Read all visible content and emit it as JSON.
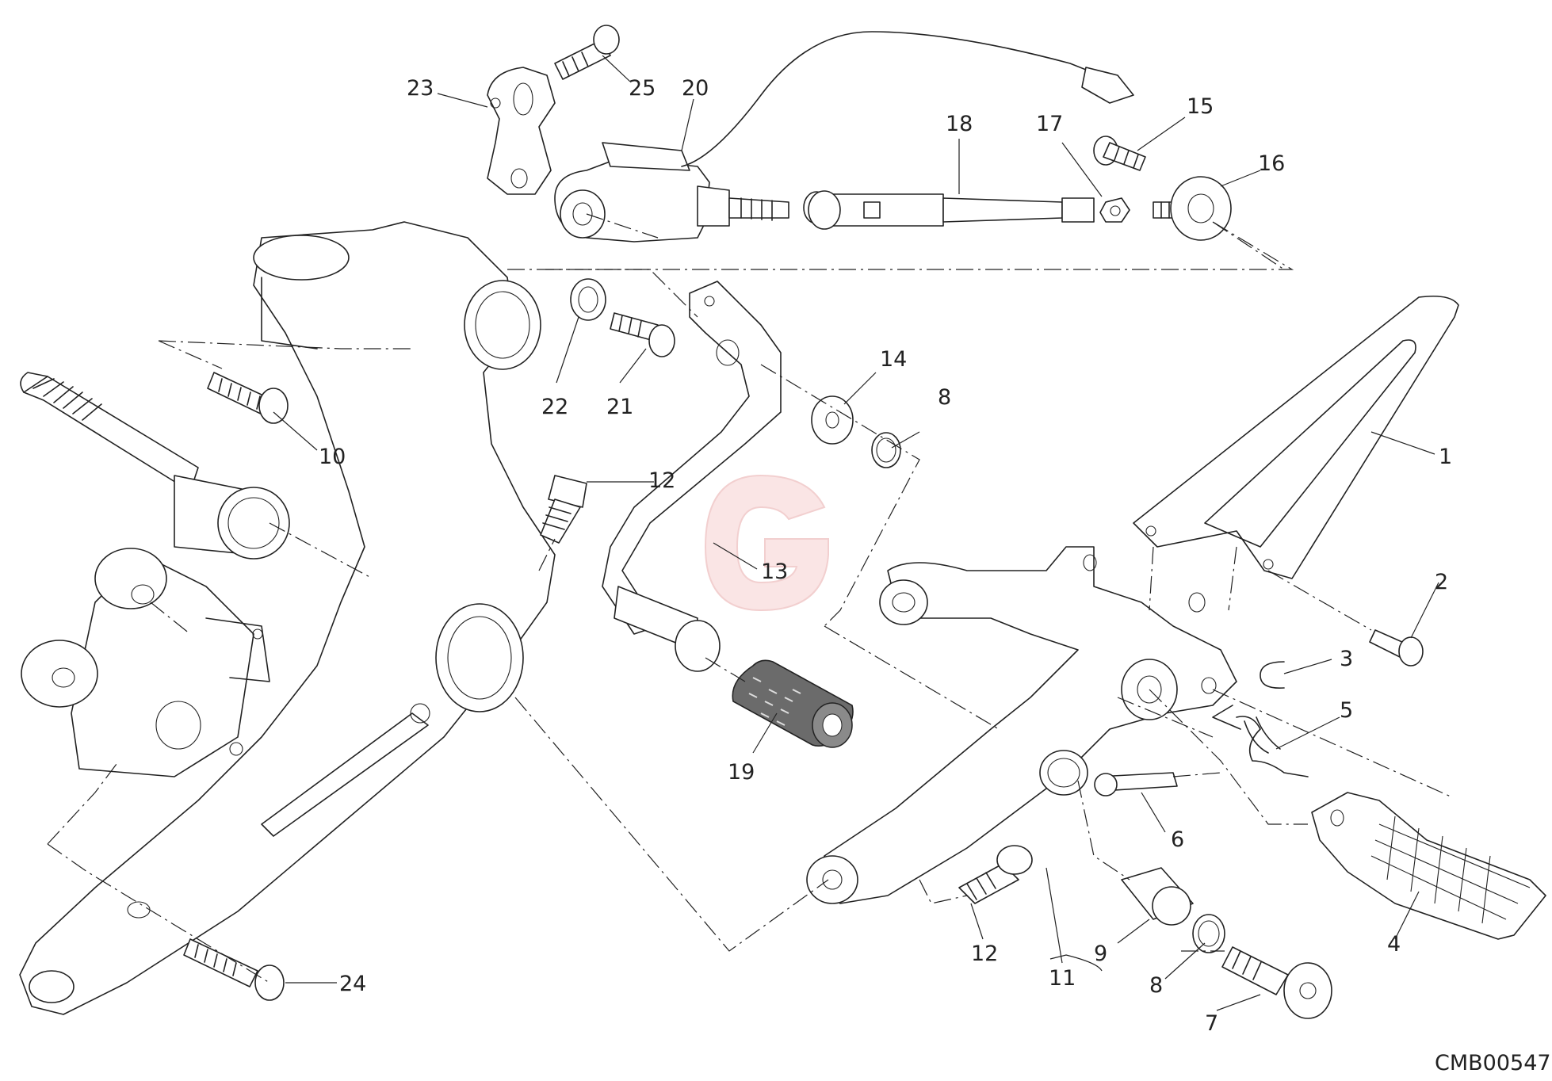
{
  "diagram": {
    "drawing_code": "CMB00547",
    "watermark_letter": "G",
    "callouts": [
      {
        "id": "1"
      },
      {
        "id": "2"
      },
      {
        "id": "3"
      },
      {
        "id": "4"
      },
      {
        "id": "5"
      },
      {
        "id": "6"
      },
      {
        "id": "7"
      },
      {
        "id": "8"
      },
      {
        "id": "8"
      },
      {
        "id": "9"
      },
      {
        "id": "10"
      },
      {
        "id": "11"
      },
      {
        "id": "12"
      },
      {
        "id": "12"
      },
      {
        "id": "13"
      },
      {
        "id": "14"
      },
      {
        "id": "15"
      },
      {
        "id": "16"
      },
      {
        "id": "17"
      },
      {
        "id": "18"
      },
      {
        "id": "19"
      },
      {
        "id": "20"
      },
      {
        "id": "21"
      },
      {
        "id": "22"
      },
      {
        "id": "23"
      },
      {
        "id": "24"
      },
      {
        "id": "25"
      }
    ]
  }
}
